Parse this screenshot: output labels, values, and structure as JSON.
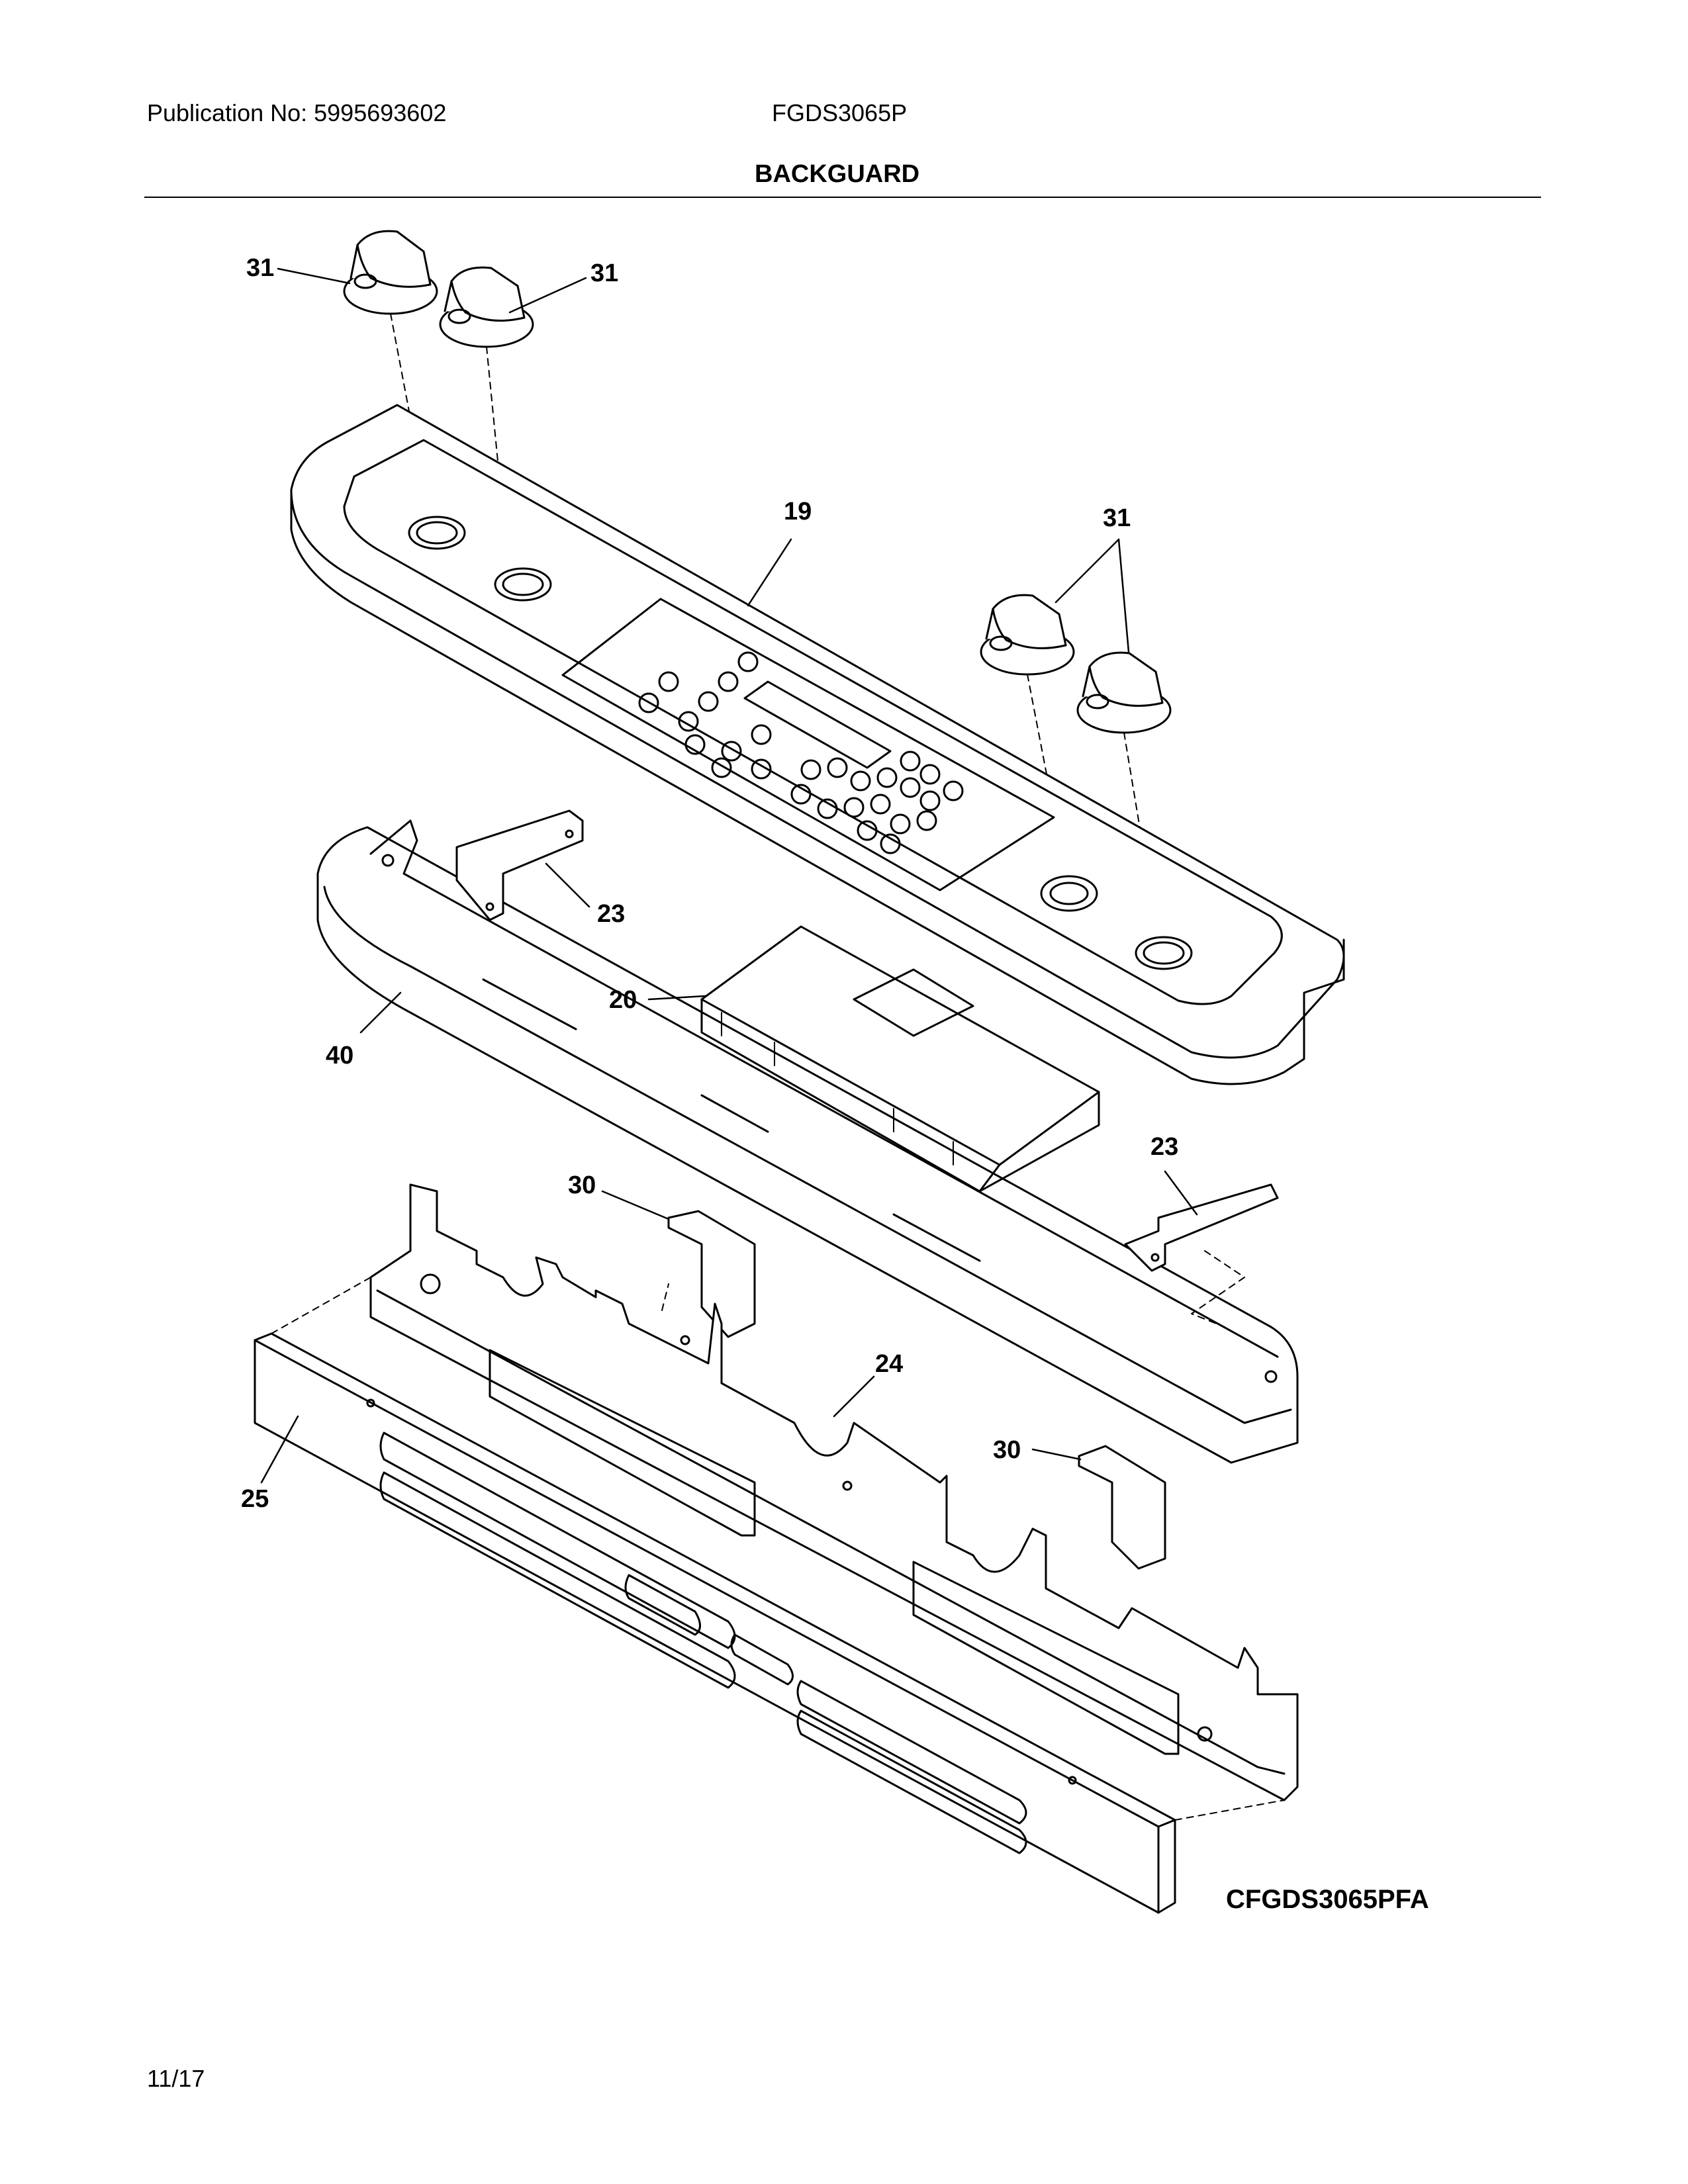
{
  "header": {
    "publication": "Publication No: 5995693602",
    "model": "FGDS3065P",
    "section_title": "BACKGUARD"
  },
  "callouts": {
    "knob_top_left": "31",
    "knob_top_right": "31",
    "knob_right_pair": "31",
    "control_panel": "19",
    "bracket_upper": "23",
    "control_board": "20",
    "backguard_trim": "40",
    "bracket_lower": "23",
    "bracket_left": "30",
    "bracket_right": "30",
    "rear_panel": "24",
    "vent_panel": "25"
  },
  "footer": {
    "diagram_id": "CFGDS3065PFA",
    "date": "11/17"
  }
}
